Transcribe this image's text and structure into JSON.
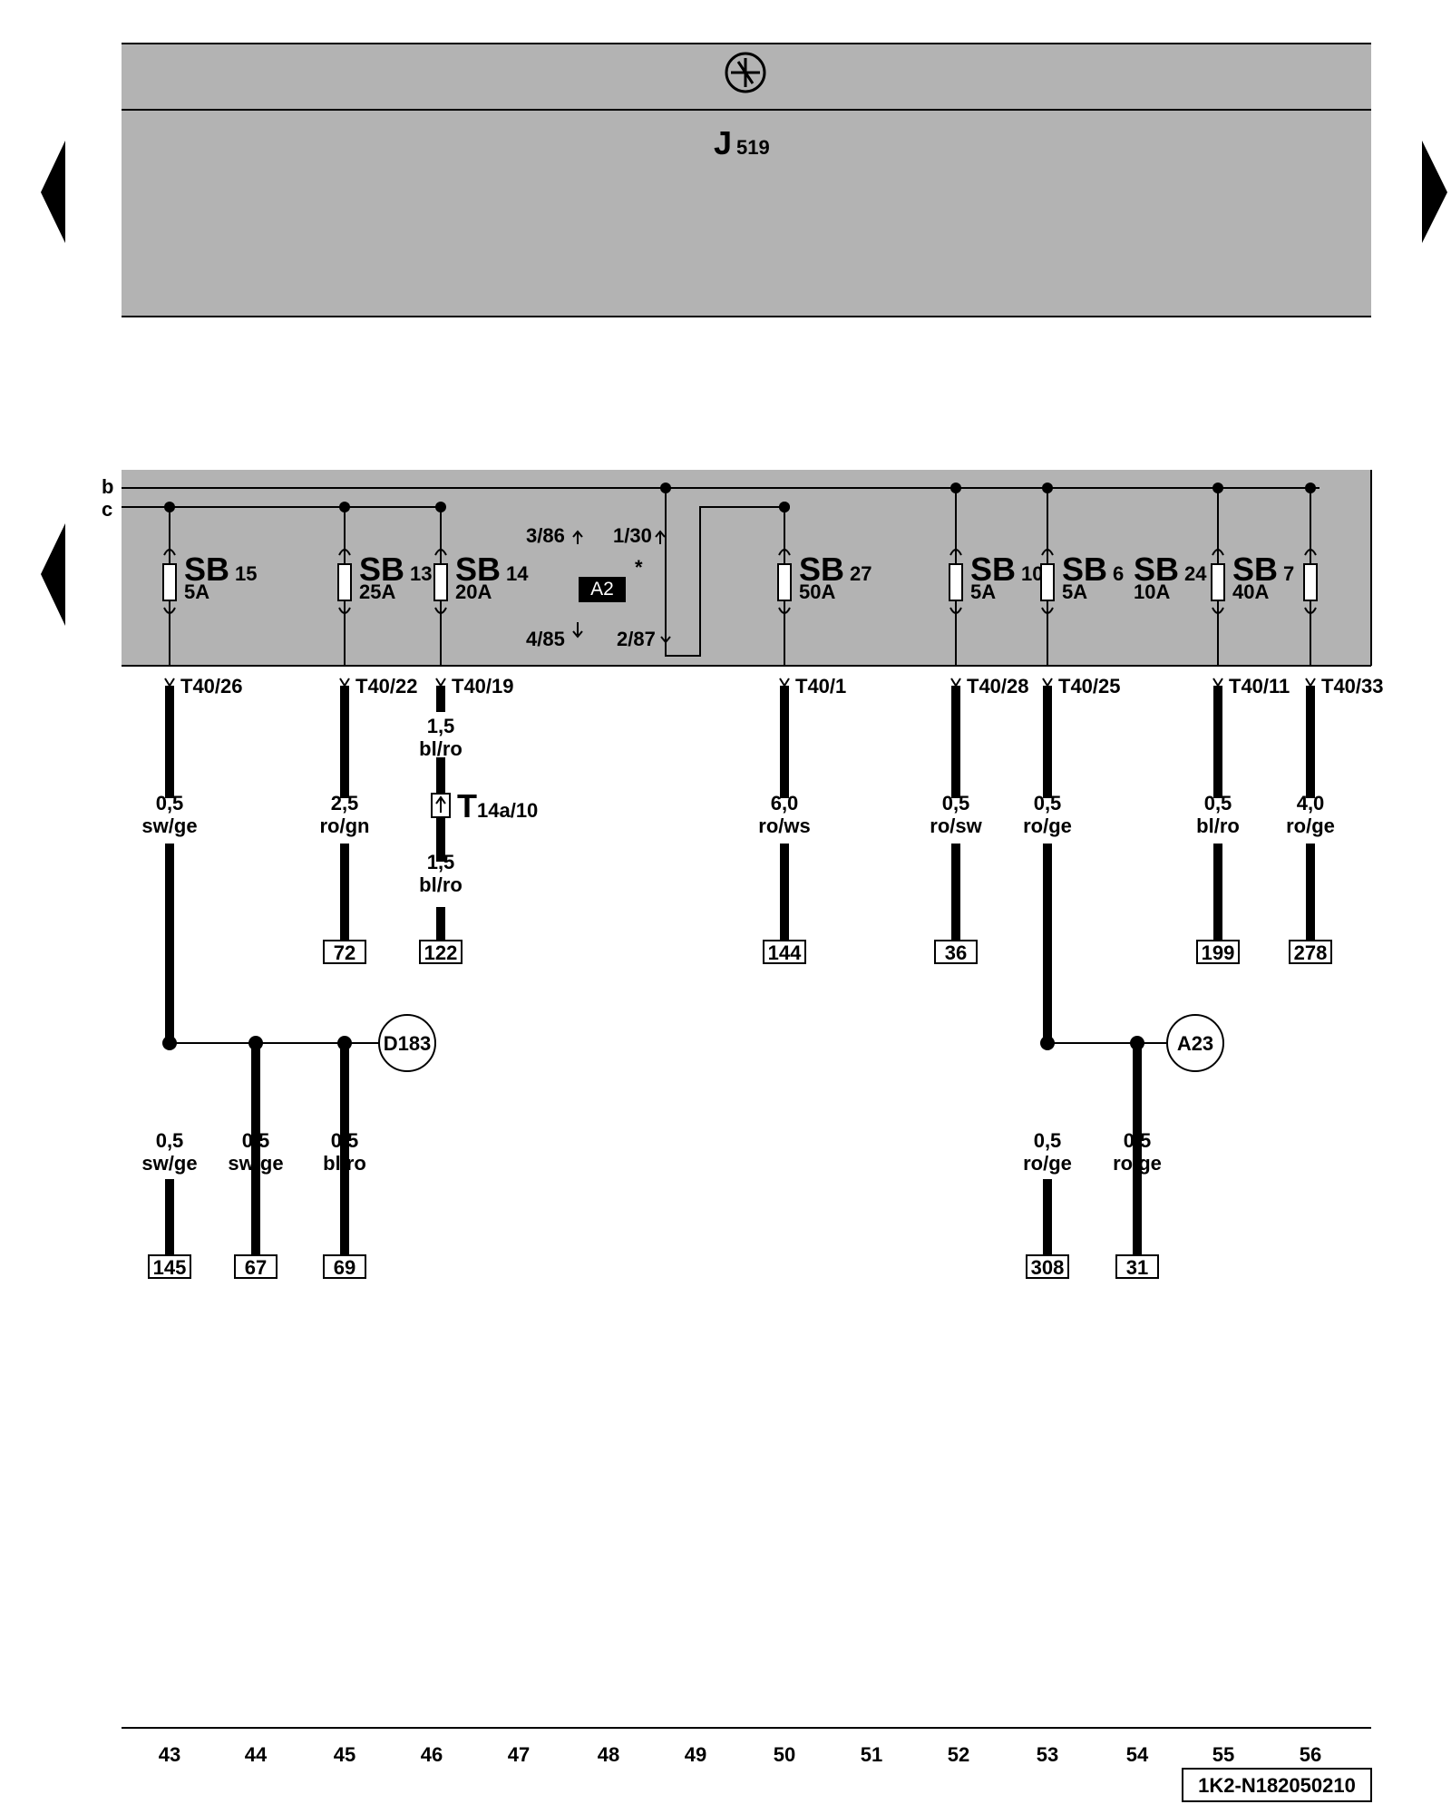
{
  "top_unit": {
    "label": "J",
    "label_sub": "519",
    "ground_symbol": "ground-circle-icon"
  },
  "bus": {
    "b": "b",
    "c": "c"
  },
  "fuses": [
    {
      "name": "SB",
      "num": "15",
      "amp": "5A"
    },
    {
      "name": "SB",
      "num": "13",
      "amp": "25A"
    },
    {
      "name": "SB",
      "num": "14",
      "amp": "20A"
    },
    {
      "name": "SB",
      "num": "27",
      "amp": "50A"
    },
    {
      "name": "SB",
      "num": "10",
      "amp": "5A"
    },
    {
      "name": "SB",
      "num": "6",
      "amp": "5A"
    },
    {
      "name": "SB",
      "num": "24",
      "amp": "10A"
    },
    {
      "name": "SB",
      "num": "7",
      "amp": "40A"
    }
  ],
  "relay": {
    "label": "A2",
    "asterisk": "*",
    "pins": {
      "p3_86": "3/86",
      "p4_85": "4/85",
      "p1_30": "1/30",
      "p2_87": "2/87"
    }
  },
  "terminals": [
    "T40/26",
    "T40/22",
    "T40/19",
    "T40/1",
    "T40/28",
    "T40/25",
    "T40/11",
    "T40/33"
  ],
  "wires_upper": [
    {
      "size": "0,5",
      "color": "sw/ge"
    },
    {
      "size": "2,5",
      "color": "ro/gn"
    },
    {
      "size": "1,5",
      "color": "bl/ro"
    },
    {
      "size": "1,5",
      "color": "bl/ro"
    },
    {
      "size": "6,0",
      "color": "ro/ws"
    },
    {
      "size": "0,5",
      "color": "ro/sw"
    },
    {
      "size": "0,5",
      "color": "ro/ge"
    },
    {
      "size": "0,5",
      "color": "bl/ro"
    },
    {
      "size": "4,0",
      "color": "ro/ge"
    }
  ],
  "connector": {
    "label": "T",
    "label_sub": "14a/10"
  },
  "refs_upper": [
    "72",
    "122",
    "144",
    "36",
    "199",
    "278"
  ],
  "splices": [
    "D183",
    "A23"
  ],
  "wires_lower": [
    {
      "size": "0,5",
      "color": "sw/ge"
    },
    {
      "size": "0,5",
      "color": "sw/ge"
    },
    {
      "size": "0,5",
      "color": "bl/ro"
    },
    {
      "size": "0,5",
      "color": "ro/ge"
    },
    {
      "size": "0,5",
      "color": "ro/ge"
    }
  ],
  "refs_lower": [
    "145",
    "67",
    "69",
    "308",
    "31"
  ],
  "columns": [
    "43",
    "44",
    "45",
    "46",
    "47",
    "48",
    "49",
    "50",
    "51",
    "52",
    "53",
    "54",
    "55",
    "56"
  ],
  "doc_id": "1K2-N182050210",
  "colors": {
    "unit_fill": "#b3b3b3",
    "line": "#000000"
  }
}
